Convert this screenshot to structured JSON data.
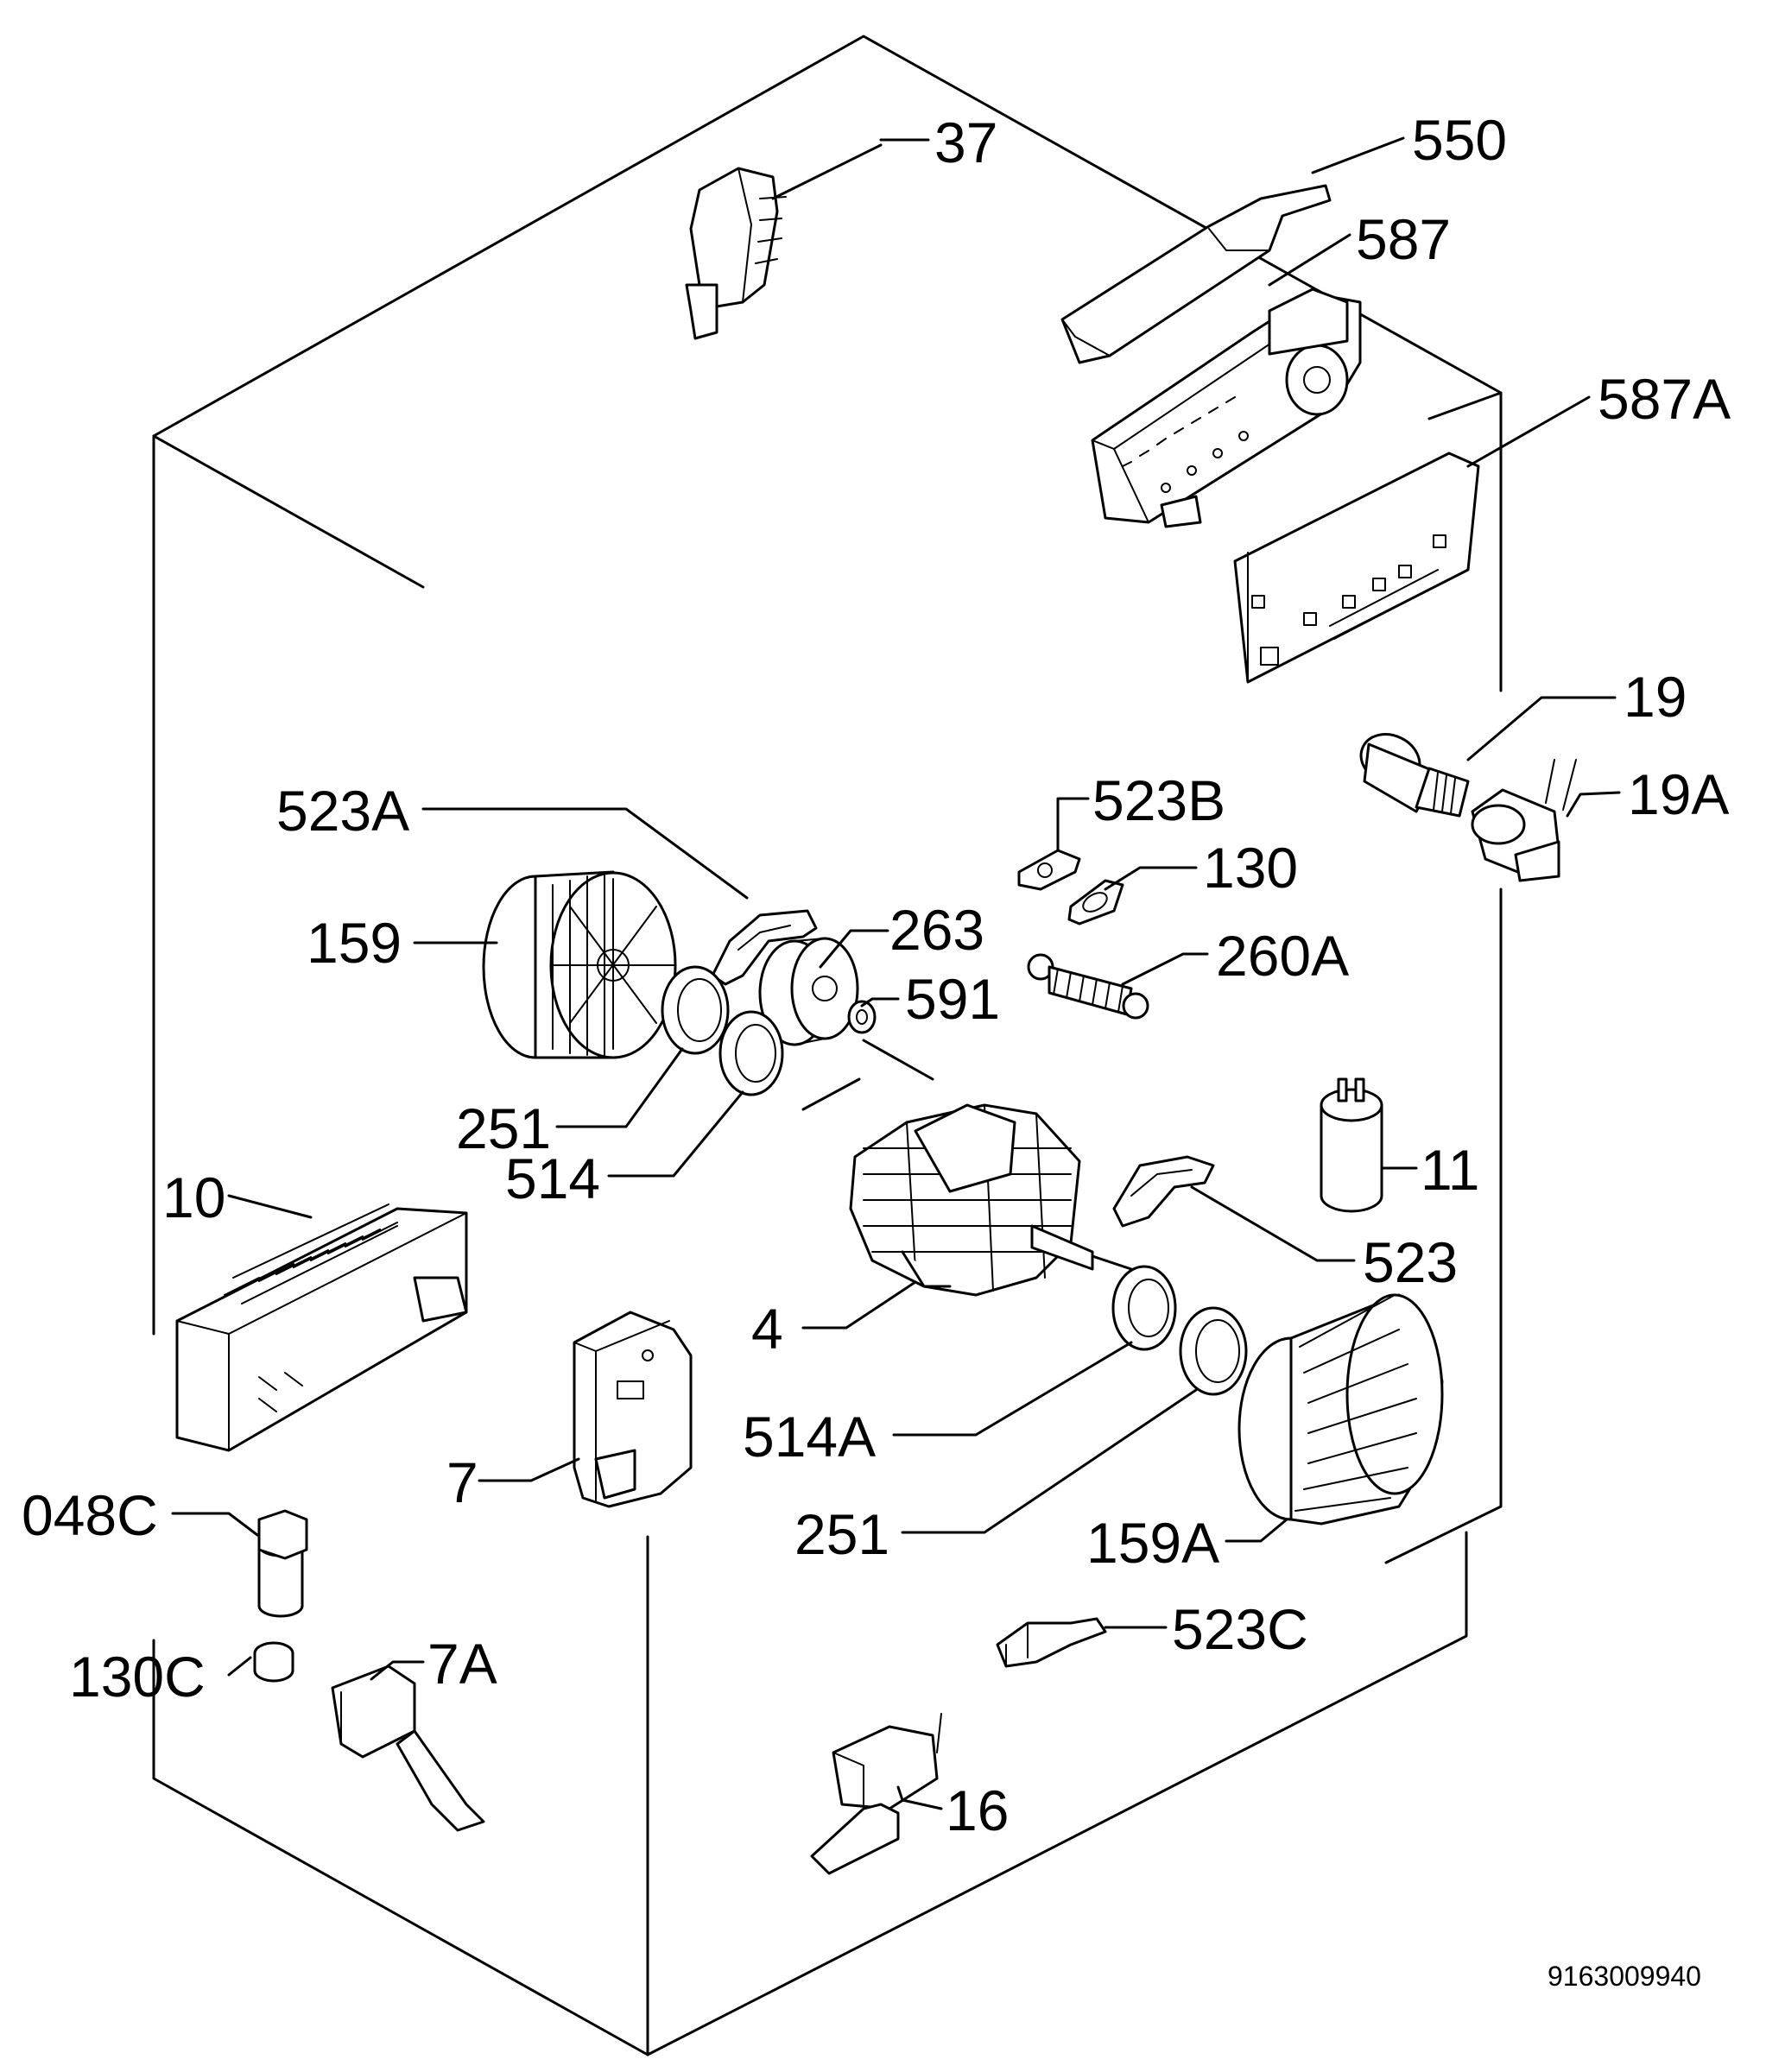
{
  "diagram": {
    "document_number": "9163009940",
    "parts": [
      {
        "id": "p37",
        "label": "37"
      },
      {
        "id": "p550",
        "label": "550"
      },
      {
        "id": "p587",
        "label": "587"
      },
      {
        "id": "p587A",
        "label": "587A"
      },
      {
        "id": "p19",
        "label": "19"
      },
      {
        "id": "p19A",
        "label": "19A"
      },
      {
        "id": "p523A",
        "label": "523A"
      },
      {
        "id": "p523B",
        "label": "523B"
      },
      {
        "id": "p130",
        "label": "130"
      },
      {
        "id": "p159",
        "label": "159"
      },
      {
        "id": "p263",
        "label": "263"
      },
      {
        "id": "p260A",
        "label": "260A"
      },
      {
        "id": "p591",
        "label": "591"
      },
      {
        "id": "p251a",
        "label": "251"
      },
      {
        "id": "p514",
        "label": "514"
      },
      {
        "id": "p11",
        "label": "11"
      },
      {
        "id": "p10",
        "label": "10"
      },
      {
        "id": "p523",
        "label": "523"
      },
      {
        "id": "p4",
        "label": "4"
      },
      {
        "id": "p514A",
        "label": "514A"
      },
      {
        "id": "p7",
        "label": "7"
      },
      {
        "id": "p251b",
        "label": "251"
      },
      {
        "id": "p159A",
        "label": "159A"
      },
      {
        "id": "p048C",
        "label": "048C"
      },
      {
        "id": "p523C",
        "label": "523C"
      },
      {
        "id": "p130C",
        "label": "130C"
      },
      {
        "id": "p7A",
        "label": "7A"
      },
      {
        "id": "p16",
        "label": "16"
      }
    ]
  }
}
